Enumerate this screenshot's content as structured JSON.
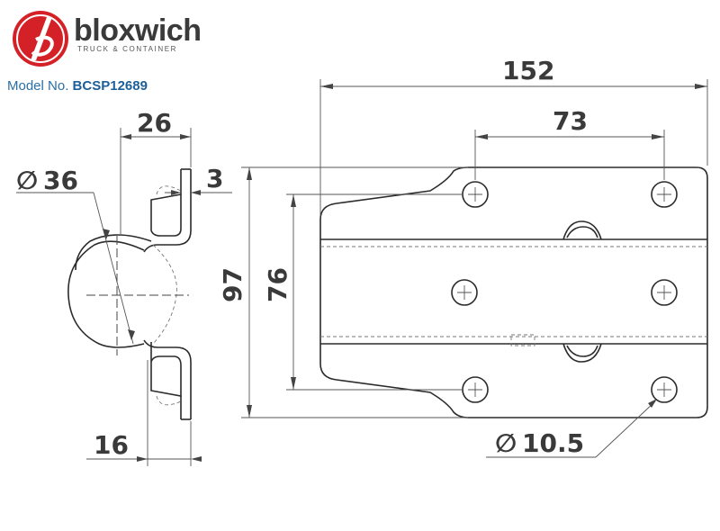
{
  "brand": {
    "name": "bloxwich",
    "tagline": "TRUCK & CONTAINER",
    "logo_color": "#d42127"
  },
  "model": {
    "prefix": "Model No.",
    "number": "BCSP12689",
    "color": "#2a6fa5"
  },
  "dimensions": {
    "overall_length": "152",
    "hole_spacing_x": "73",
    "side_width": "26",
    "diameter": "36",
    "diameter_symbol": "∅",
    "thickness": "3",
    "flange_width": "16",
    "overall_height": "97",
    "hole_spacing_y": "76",
    "hole_diameter": "10.5"
  }
}
